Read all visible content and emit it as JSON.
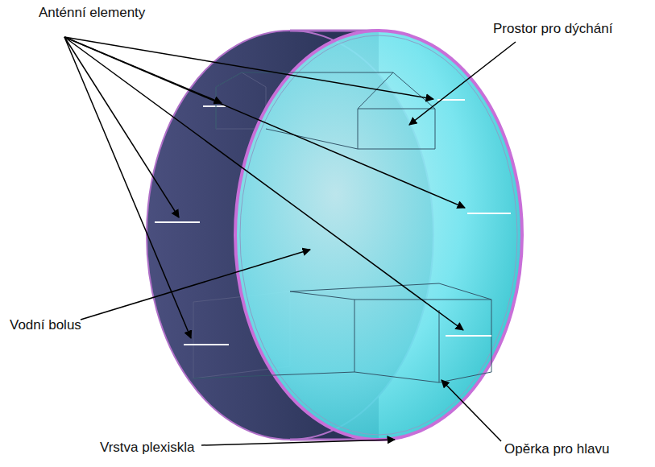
{
  "diagram": {
    "labels": [
      "Anténní elementy",
      "Prostor pro dýchání",
      "Vodní bolus",
      "Opěrka pro hlavu",
      "Vrstva plexiskla"
    ]
  }
}
